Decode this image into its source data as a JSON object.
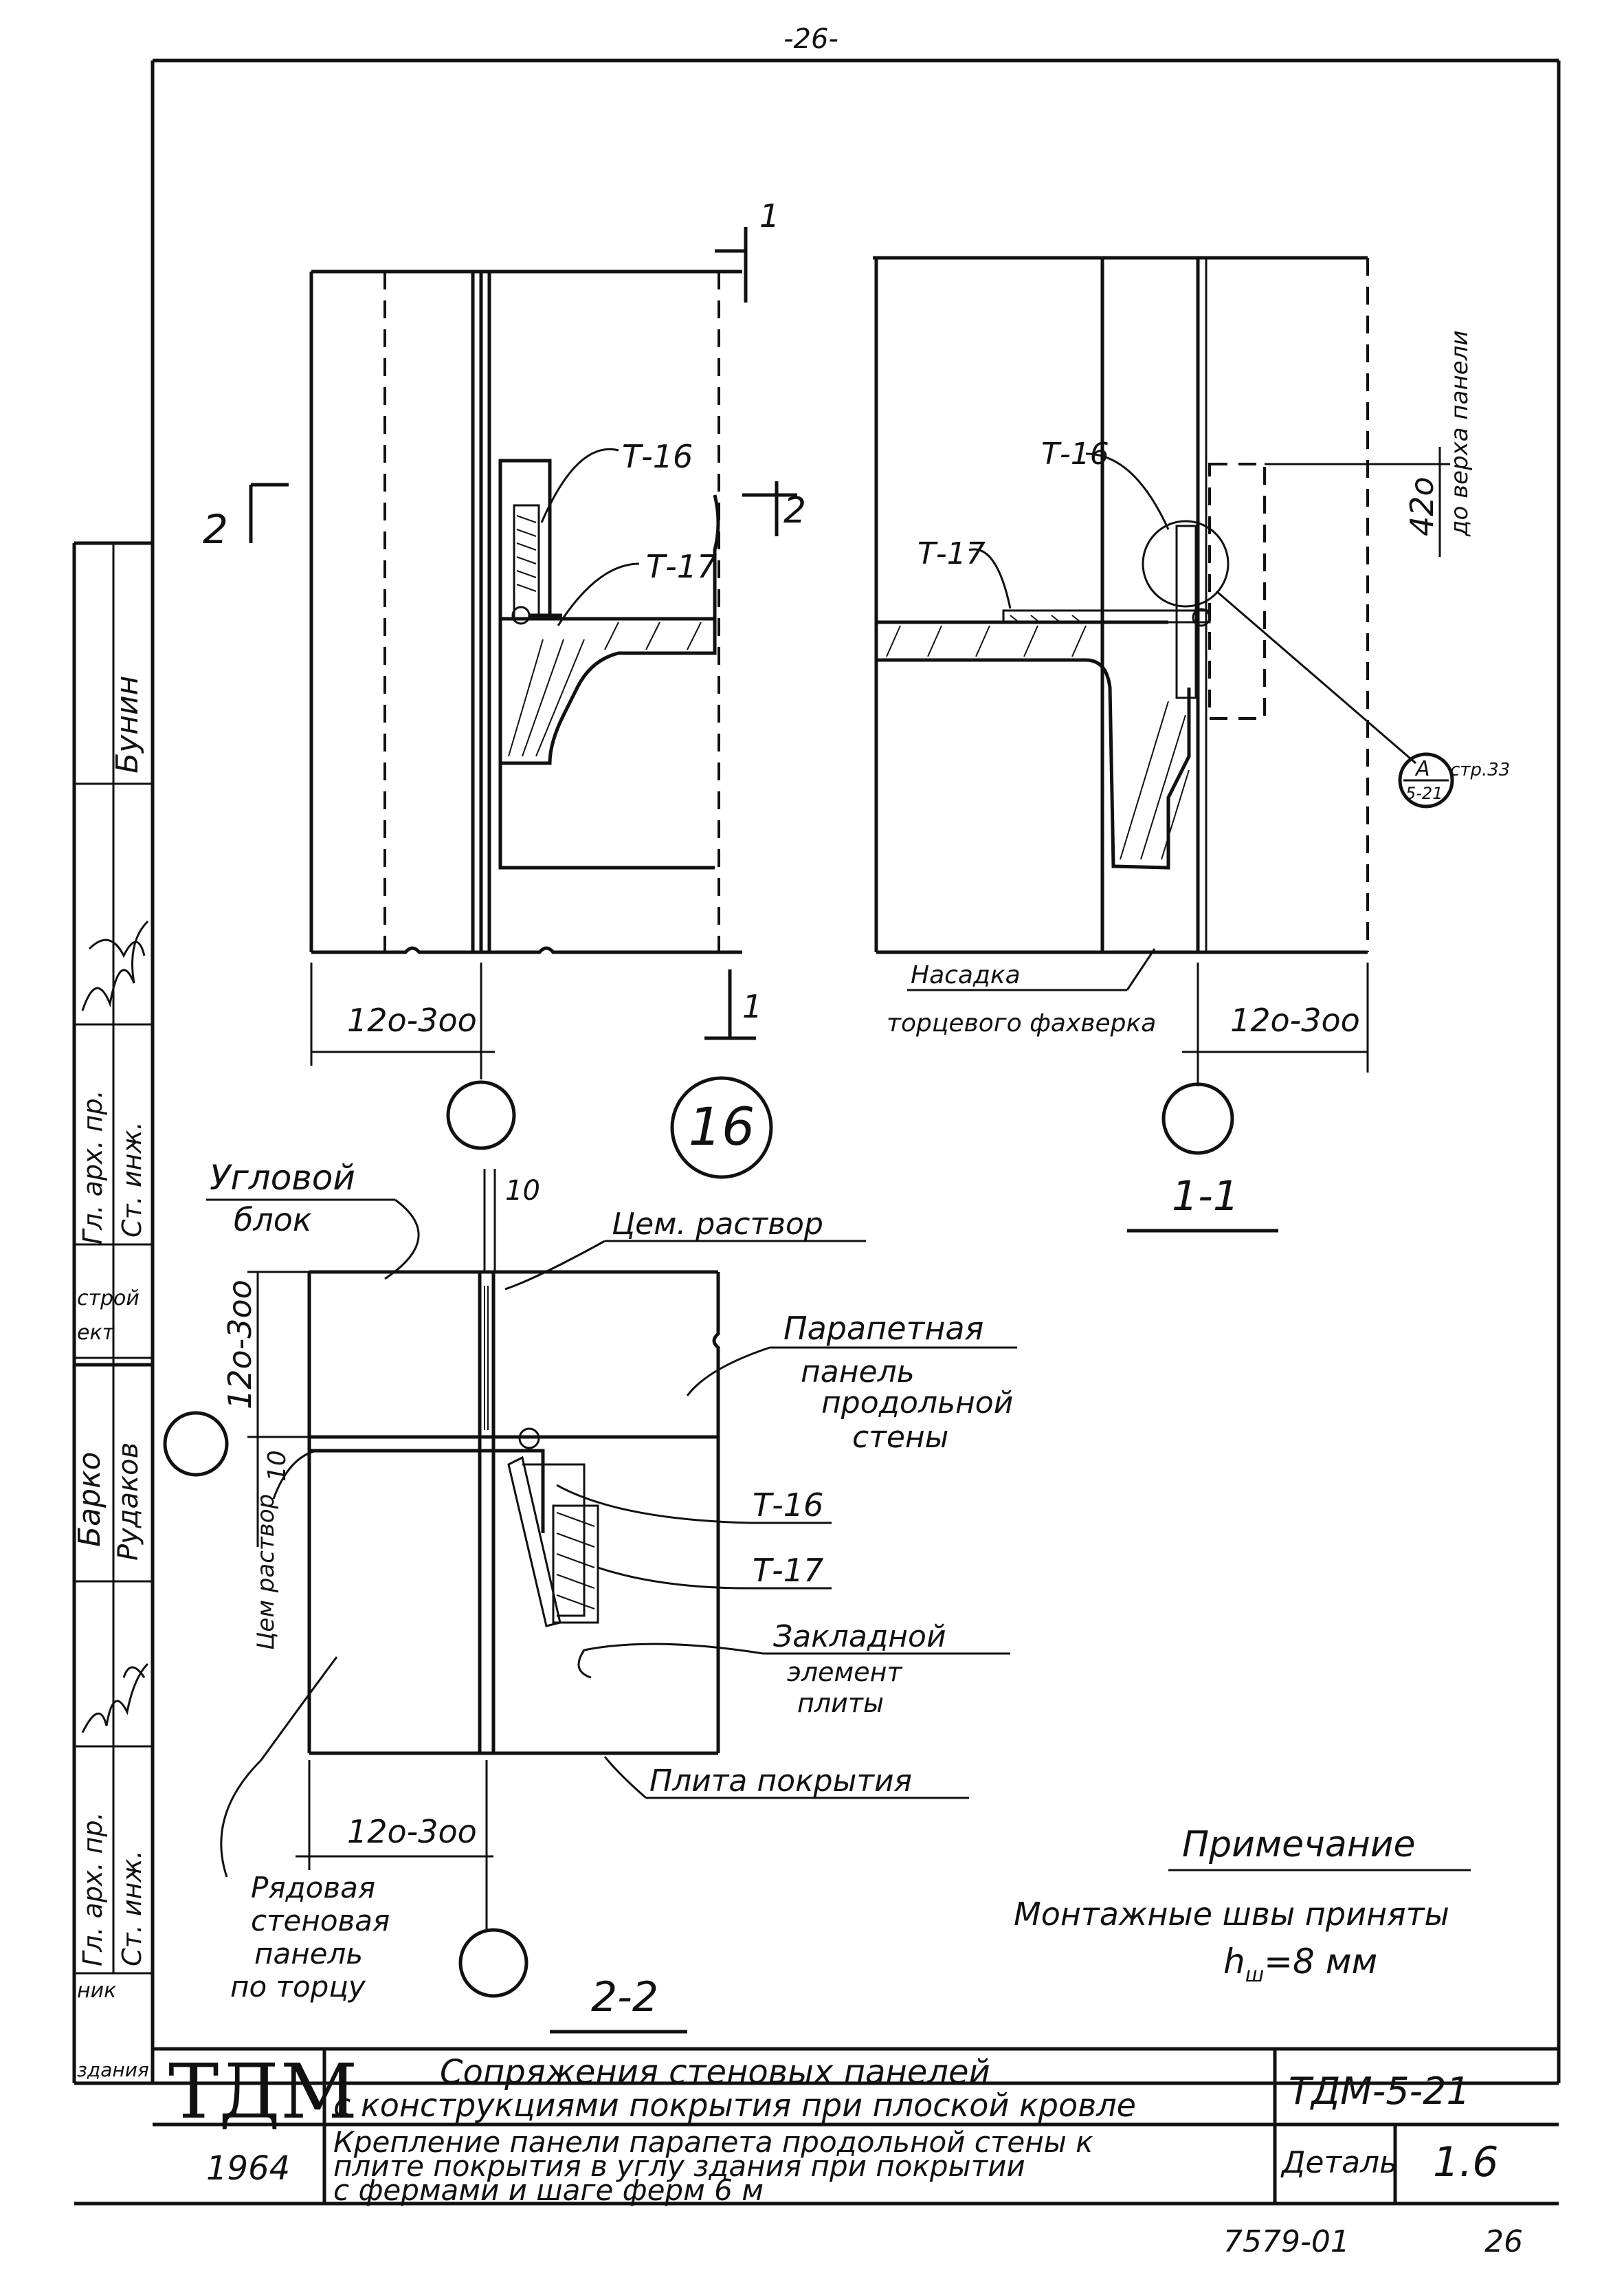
{
  "page_number": "-26-",
  "footer": {
    "archive_code": "7579-01",
    "page": "26"
  },
  "detail_marker": "16",
  "section_1_1": {
    "cut_mark": "1",
    "label": "1-1",
    "dim": "12о-3оо",
    "height_dim": "42о",
    "height_note": "до верха панели",
    "t16": "Т-16",
    "t17": "Т-17",
    "ref_letter": "А",
    "ref_sheet": "5-21",
    "ref_page": "стр.33",
    "nasadka_1": "Насадка",
    "nasadka_2": "торцевого фахверка"
  },
  "elevation": {
    "cut_mark_1": "1",
    "cut_mark_2": "2",
    "dim": "12о-3оо",
    "t16": "Т-16",
    "t17": "Т-17"
  },
  "section_2_2": {
    "label": "2-2",
    "corner_block_1": "Угловой",
    "corner_block_2": "блок",
    "cement_mortar": "Цем. раствор",
    "cement_mortar_vertical": "Цем раствор",
    "gap_10_top": "10",
    "gap_10_side": "10",
    "dim_top": "12о-3оо",
    "dim_bottom": "12о-3оо",
    "parapet_1": "Парапетная",
    "parapet_2": "панель",
    "parapet_3": "продольной",
    "parapet_4": "стены",
    "t16": "Т-16",
    "t17": "Т-17",
    "embedded_1": "Закладной",
    "embedded_2": "элемент",
    "embedded_3": "плиты",
    "roof_slab": "Плита покрытия",
    "row_panel_1": "Рядовая",
    "row_panel_2": "стеновая",
    "row_panel_3": "панель",
    "row_panel_4": "по торцу"
  },
  "note": {
    "title": "Примечание",
    "line1": "Монтажные швы приняты",
    "line2": "h",
    "line2_sub": "ш",
    "line2_rest": "=8 мм"
  },
  "title_block": {
    "logo": "ТДМ",
    "year": "1964",
    "title_line1": "Сопряжения стеновых панелей",
    "title_line2": "с конструкциями покрытия при плоской кровле",
    "desc_line1": "Крепление панели парапета продольной стены к",
    "desc_line2": "плите покрытия в углу здания при покрытии",
    "desc_line3": "с фермами и шаге ферм 6 м",
    "code": "ТДМ-5-21",
    "detail_label": "Деталь",
    "detail_no": "1.6"
  },
  "stamp": {
    "names": [
      "Бунин",
      "Барко",
      "Рудаков"
    ],
    "roles": [
      "Гл. арх. пр.",
      "Ст. инж.",
      "Гл. арх. пр.",
      "Ст. инж."
    ],
    "fragments": [
      "строй",
      "ект",
      "ник",
      "здания"
    ]
  }
}
